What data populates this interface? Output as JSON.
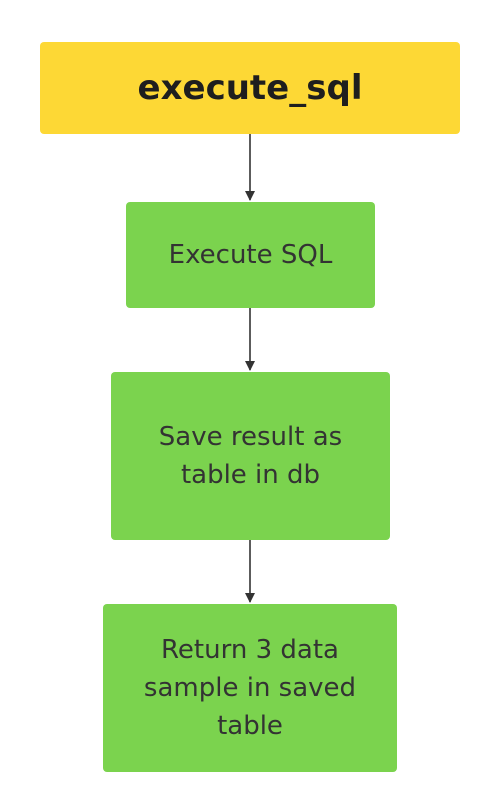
{
  "title": "execute_sql",
  "steps": [
    "Execute SQL",
    "Save result as\ntable in db",
    "Return 3 data\nsample in saved\ntable"
  ],
  "colors": {
    "title_fill": "#fdd835",
    "step_fill": "#7bd34e",
    "arrow": "#333333"
  }
}
